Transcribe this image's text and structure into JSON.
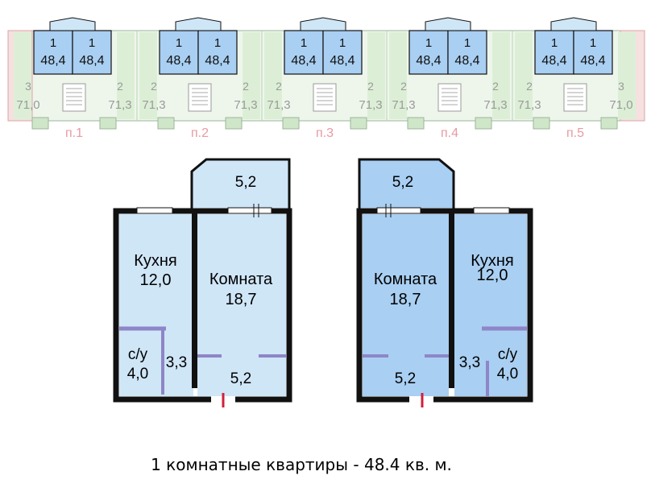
{
  "colors": {
    "selected_light": "#cfe6f7",
    "selected_mid": "#a9cff2",
    "unit_strip_green": "#e3f1de",
    "unit_strip_pink": "#f6e0e0",
    "wall": "#111111",
    "partition": "#8e86c8",
    "entry_marker": "#d0203a",
    "section_label": "#e89aa2"
  },
  "strip": {
    "sections": [
      {
        "label": "п.1",
        "left_unit": {
          "rooms": "3",
          "area": "71,0"
        },
        "selected": [
          {
            "rooms": "1",
            "area": "48,4"
          },
          {
            "rooms": "1",
            "area": "48,4"
          }
        ],
        "right_unit": {
          "rooms": "2",
          "area": "71,3"
        }
      },
      {
        "label": "п.2",
        "left_unit": {
          "rooms": "2",
          "area": "71,3"
        },
        "selected": [
          {
            "rooms": "1",
            "area": "48,4"
          },
          {
            "rooms": "1",
            "area": "48,4"
          }
        ],
        "right_unit": {
          "rooms": "2",
          "area": "71,3"
        }
      },
      {
        "label": "п.3",
        "left_unit": {
          "rooms": "2",
          "area": "71,3"
        },
        "selected": [
          {
            "rooms": "1",
            "area": "48,4"
          },
          {
            "rooms": "1",
            "area": "48,4"
          }
        ],
        "right_unit": {
          "rooms": "2",
          "area": "71,3"
        }
      },
      {
        "label": "п.4",
        "left_unit": {
          "rooms": "2",
          "area": "71,3"
        },
        "selected": [
          {
            "rooms": "1",
            "area": "48,4"
          },
          {
            "rooms": "1",
            "area": "48,4"
          }
        ],
        "right_unit": {
          "rooms": "2",
          "area": "71,3"
        }
      },
      {
        "label": "п.5",
        "left_unit": {
          "rooms": "2",
          "area": "71,3"
        },
        "selected": [
          {
            "rooms": "1",
            "area": "48,4"
          },
          {
            "rooms": "1",
            "area": "48,4"
          }
        ],
        "right_unit": {
          "rooms": "3",
          "area": "71,0"
        }
      }
    ]
  },
  "plans": [
    {
      "balcony": "5,2",
      "kitchen_name": "Кухня",
      "kitchen_area": "12,0",
      "room_name": "Комната",
      "room_area": "18,7",
      "bath_name": "с/у",
      "bath_area": "4,0",
      "corridor_area": "3,3",
      "hall_area": "5,2"
    },
    {
      "balcony": "5,2",
      "kitchen_name": "Кухня",
      "kitchen_area": "12,0",
      "room_name": "Комната",
      "room_area": "18,7",
      "bath_name": "с/у",
      "bath_area": "4,0",
      "corridor_area": "3,3",
      "hall_area": "5,2"
    }
  ],
  "caption": "1 комнатные квартиры - 48.4 кв. м."
}
